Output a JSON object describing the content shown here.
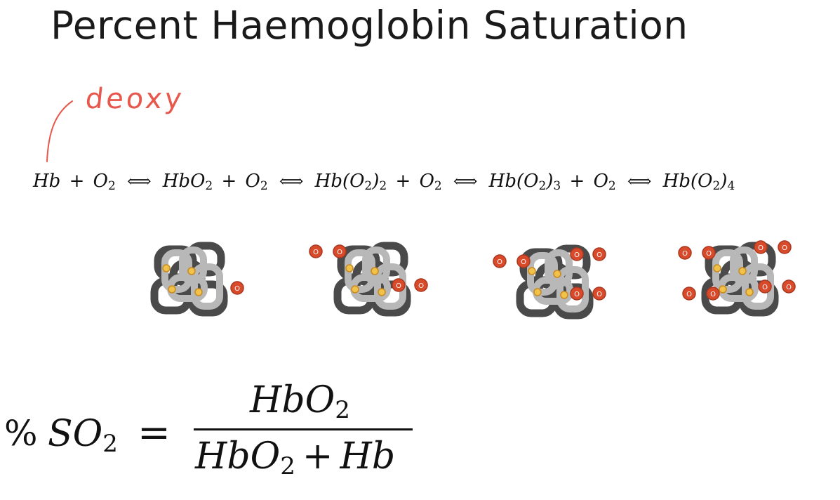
{
  "slide": {
    "title": "Percent Haemoglobin Saturation",
    "annotation": "deoxy"
  },
  "equation": {
    "terms": [
      {
        "base": "Hb",
        "sub": ""
      },
      {
        "base": "O",
        "sub": "2"
      },
      {
        "base": "HbO",
        "sub": "2"
      },
      {
        "base": "O",
        "sub": "2"
      },
      {
        "base": "Hb(O",
        "sub": "2",
        "tail": ")",
        "tailsub": "2"
      },
      {
        "base": "O",
        "sub": "2"
      },
      {
        "base": "Hb(O",
        "sub": "2",
        "tail": ")",
        "tailsub": "3"
      },
      {
        "base": "O",
        "sub": "2"
      },
      {
        "base": "Hb(O",
        "sub": "2",
        "tail": ")",
        "tailsub": "4"
      }
    ],
    "plus": "+",
    "arrow": "⟺"
  },
  "molecules": [
    {
      "bound_oxygen": 1,
      "label": "O"
    },
    {
      "bound_oxygen": 2,
      "label": "O"
    },
    {
      "bound_oxygen": 3,
      "label": "O"
    },
    {
      "bound_oxygen": 4,
      "label": "O"
    }
  ],
  "formula": {
    "percent": "%",
    "lhs": "SO",
    "lhs_sub": "2",
    "equals": "=",
    "numerator": "HbO",
    "numerator_sub": "2",
    "den_a": "HbO",
    "den_a_sub": "2",
    "den_plus": "+",
    "den_b": "Hb"
  },
  "colors": {
    "annotation": "#e8574c",
    "oxygen": "#d94a2b",
    "heme": "#f0c24a",
    "protein_dark": "#4a4a4a",
    "protein_light": "#b8b8b8"
  }
}
